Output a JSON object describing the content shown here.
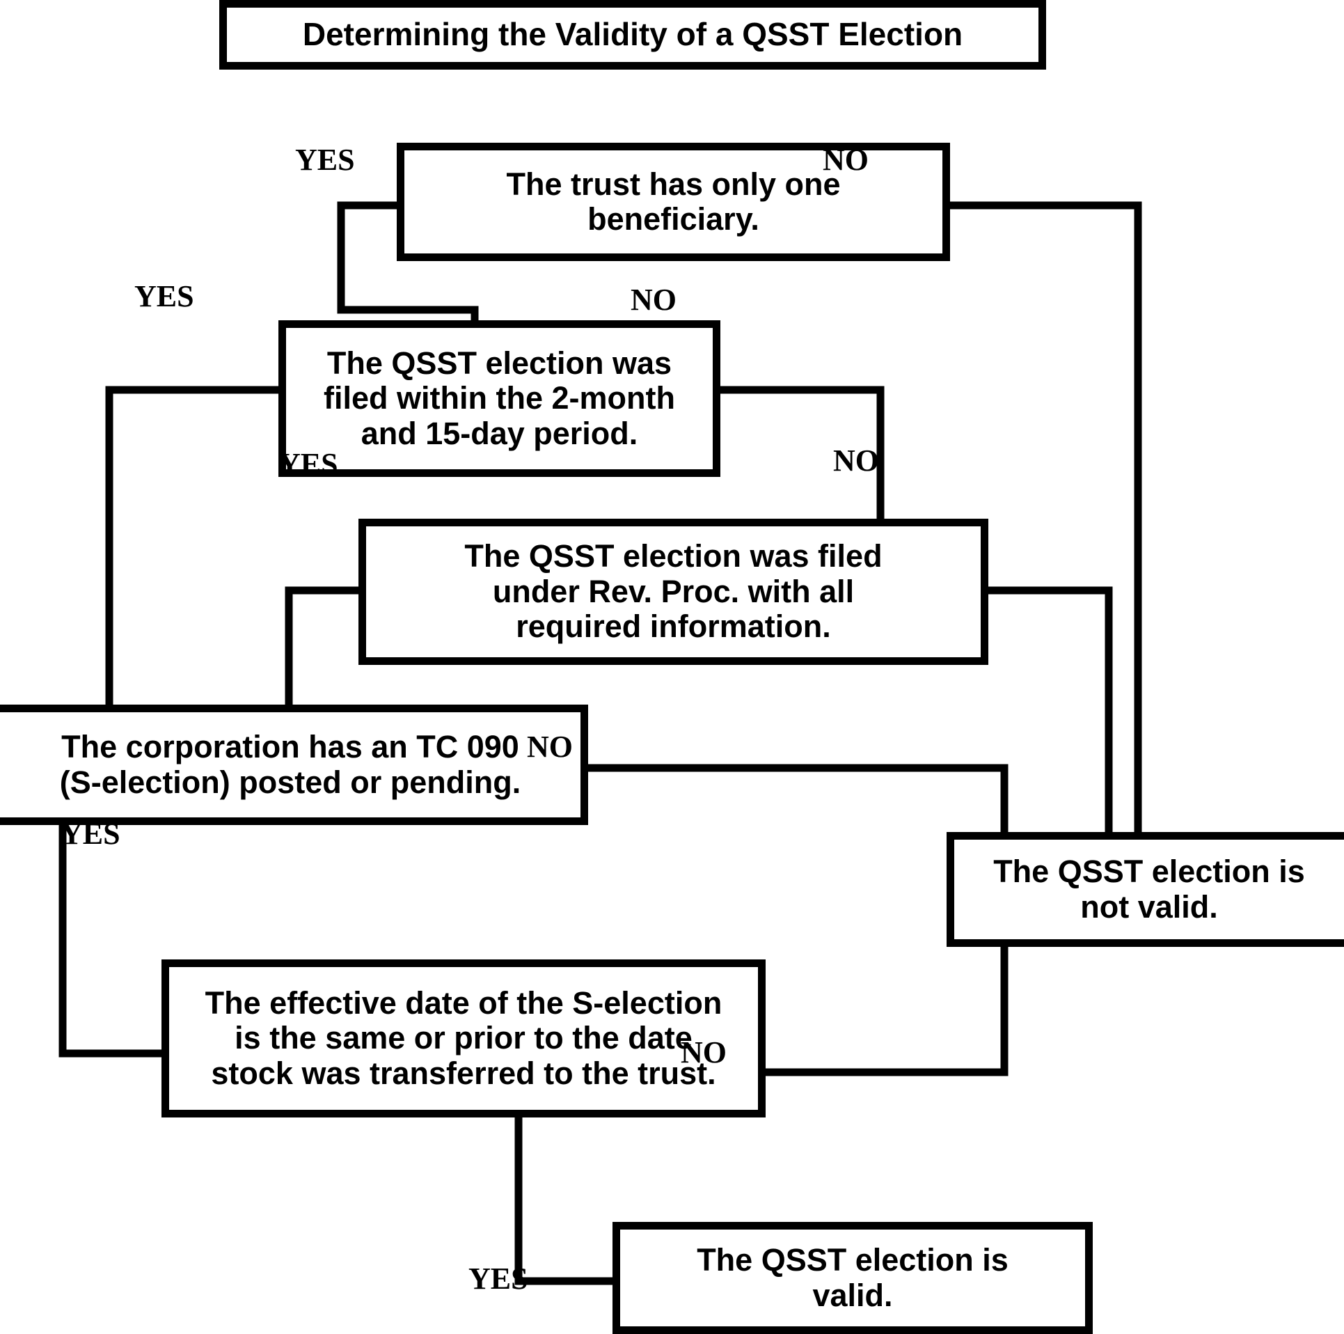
{
  "diagram": {
    "title": "Determining the Validity of a QSST Election",
    "type": "flowchart",
    "orientation": "top-down-cascade",
    "nodes": [
      {
        "id": "title",
        "kind": "title",
        "text": "Determining the Validity of a QSST Election"
      },
      {
        "id": "q1",
        "kind": "decision",
        "text": "The trust has only one\nbeneficiary."
      },
      {
        "id": "q2",
        "kind": "decision",
        "text": "The QSST election was\nfiled within the 2-month\nand 15-day period."
      },
      {
        "id": "q3",
        "kind": "decision",
        "text": "The QSST election was filed\nunder Rev. Proc. with all\nrequired information."
      },
      {
        "id": "q4",
        "kind": "decision",
        "text": "The corporation has an TC 090\n(S-election) posted or pending."
      },
      {
        "id": "q5",
        "kind": "decision",
        "text": "The effective date of the S-election\nis the same or prior to the date\nstock was transferred to the trust."
      },
      {
        "id": "invalid",
        "kind": "terminal",
        "text": "The QSST election is\nnot valid."
      },
      {
        "id": "valid",
        "kind": "terminal",
        "text": "The QSST election is\nvalid."
      }
    ],
    "edges": [
      {
        "id": "e-q1-yes",
        "from": "q1",
        "to": "q2",
        "label": "YES"
      },
      {
        "id": "e-q1-no",
        "from": "q1",
        "to": "invalid",
        "label": "NO"
      },
      {
        "id": "e-q2-yes",
        "from": "q2",
        "to": "q4",
        "label": "YES"
      },
      {
        "id": "e-q2-no",
        "from": "q2",
        "to": "q3",
        "label": "NO"
      },
      {
        "id": "e-q3-yes",
        "from": "q3",
        "to": "q4",
        "label": "YES"
      },
      {
        "id": "e-q3-no",
        "from": "q3",
        "to": "invalid",
        "label": "NO"
      },
      {
        "id": "e-q4-yes",
        "from": "q4",
        "to": "q5",
        "label": "YES"
      },
      {
        "id": "e-q4-no",
        "from": "q4",
        "to": "invalid",
        "label": "NO"
      },
      {
        "id": "e-q5-yes",
        "from": "q5",
        "to": "valid",
        "label": "YES"
      },
      {
        "id": "e-q5-no",
        "from": "q5",
        "to": "invalid",
        "label": "NO"
      }
    ],
    "colors": {
      "stroke": "#000000",
      "fill": "#ffffff",
      "text": "#000000"
    }
  }
}
